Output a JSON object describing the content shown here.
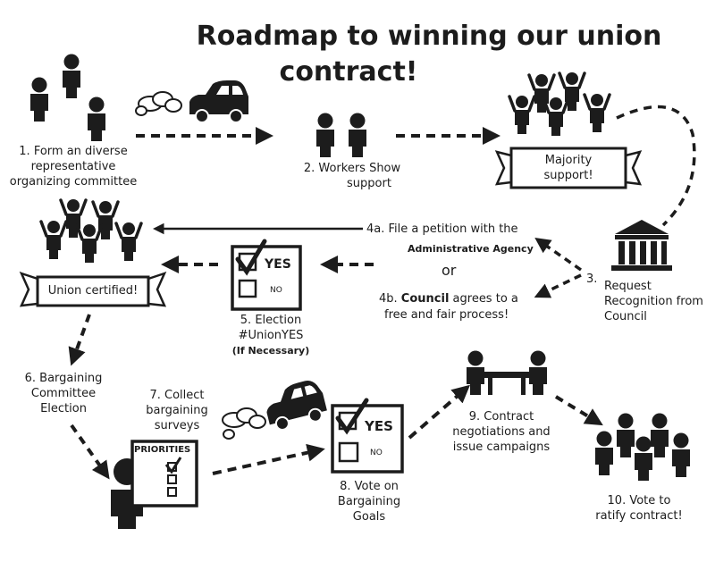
{
  "title": {
    "line1": "Roadmap to winning our union",
    "line2": "contract!"
  },
  "steps": {
    "s1": [
      "1. Form an diverse",
      "representative",
      "organizing committee"
    ],
    "s2": [
      "2. Workers Show",
      "support"
    ],
    "majority": [
      "Majority",
      "support!"
    ],
    "s3": [
      "Request",
      "Recognition from",
      "Council"
    ],
    "s3_number": "3.",
    "s4a": "4a. File a petition with the",
    "s4a_agency": "Administrative Agency",
    "or": "or",
    "s4b_prefix": "4b. ",
    "s4b_bold": "Council",
    "s4b_rest": " agrees to a",
    "s4b_line2": "free and fair process!",
    "s5": [
      "5. Election",
      "#UnionYES"
    ],
    "s5_note": "(If Necessary)",
    "union_certified": "Union certified!",
    "s6": [
      "6. Bargaining",
      "Committee",
      "Election"
    ],
    "s7": [
      "7. Collect",
      "bargaining",
      "surveys"
    ],
    "priorities": "PRIORITIES",
    "s8": [
      "8. Vote on",
      "Bargaining",
      "Goals"
    ],
    "s9": [
      "9. Contract",
      "negotiations and",
      "issue campaigns"
    ],
    "s10": [
      "10. Vote to",
      "ratify contract!"
    ]
  },
  "ballot": {
    "yes": "YES",
    "no": "NO"
  },
  "colors": {
    "ink": "#1c1c1c",
    "paper": "#ffffff"
  },
  "icons": [
    "person-icon",
    "car-icon",
    "exhaust-cloud-icon",
    "courthouse-icon",
    "ballot-icon",
    "checkbox-icon",
    "banner-icon",
    "table-icon",
    "clipboard-icon"
  ]
}
